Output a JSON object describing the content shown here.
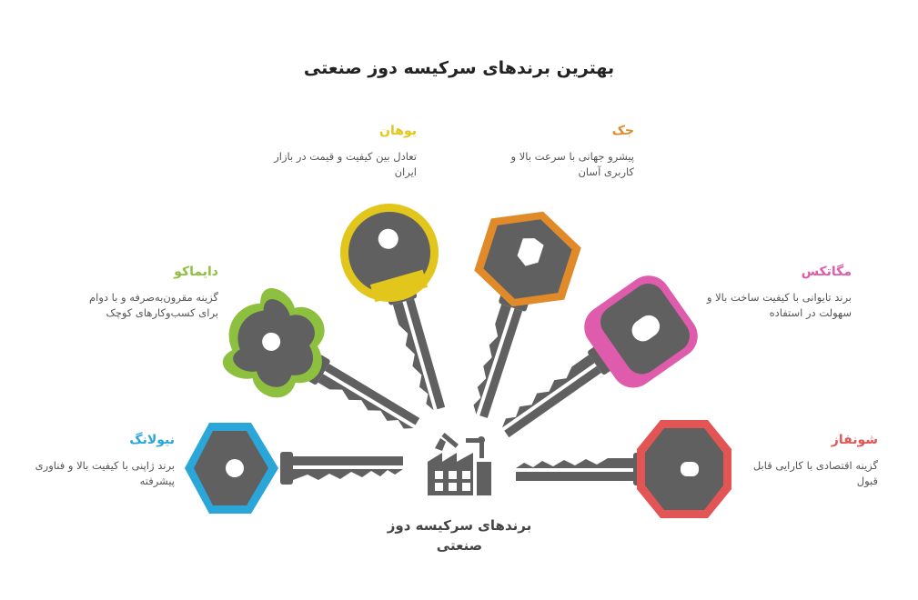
{
  "title": "بهترین برندهای سرکیسه دوز صنعتی",
  "center_label": "برندهای سرکیسه دوز صنعتی",
  "center_icon": "factory-robot-arm-icon",
  "brands": [
    {
      "name": "نیولانگ",
      "description": "برند ژاپنی با کیفیت بالا و فناوری پیشرفته",
      "color": "#2ba6d9"
    },
    {
      "name": "دایماکو",
      "description": "گزینه مقرون‌به‌صرفه و با دوام برای کسب‌وکارهای کوچک",
      "color": "#8dc03f"
    },
    {
      "name": "یوهان",
      "description": "تعادل بین کیفیت و قیمت در بازار ایران",
      "color": "#e2c61c"
    },
    {
      "name": "جک",
      "description": "پیشرو جهانی با سرعت بالا و کاربری آسان",
      "color": "#e08a2a"
    },
    {
      "name": "مگاتکس",
      "description": "برند تایوانی با کیفیت ساخت بالا و سهولت در استفاده",
      "color": "#de5cab"
    },
    {
      "name": "شونفاز",
      "description": "گزینه اقتصادی با کارایی قابل قبول",
      "color": "#e35454"
    }
  ],
  "key_color": "#606060"
}
